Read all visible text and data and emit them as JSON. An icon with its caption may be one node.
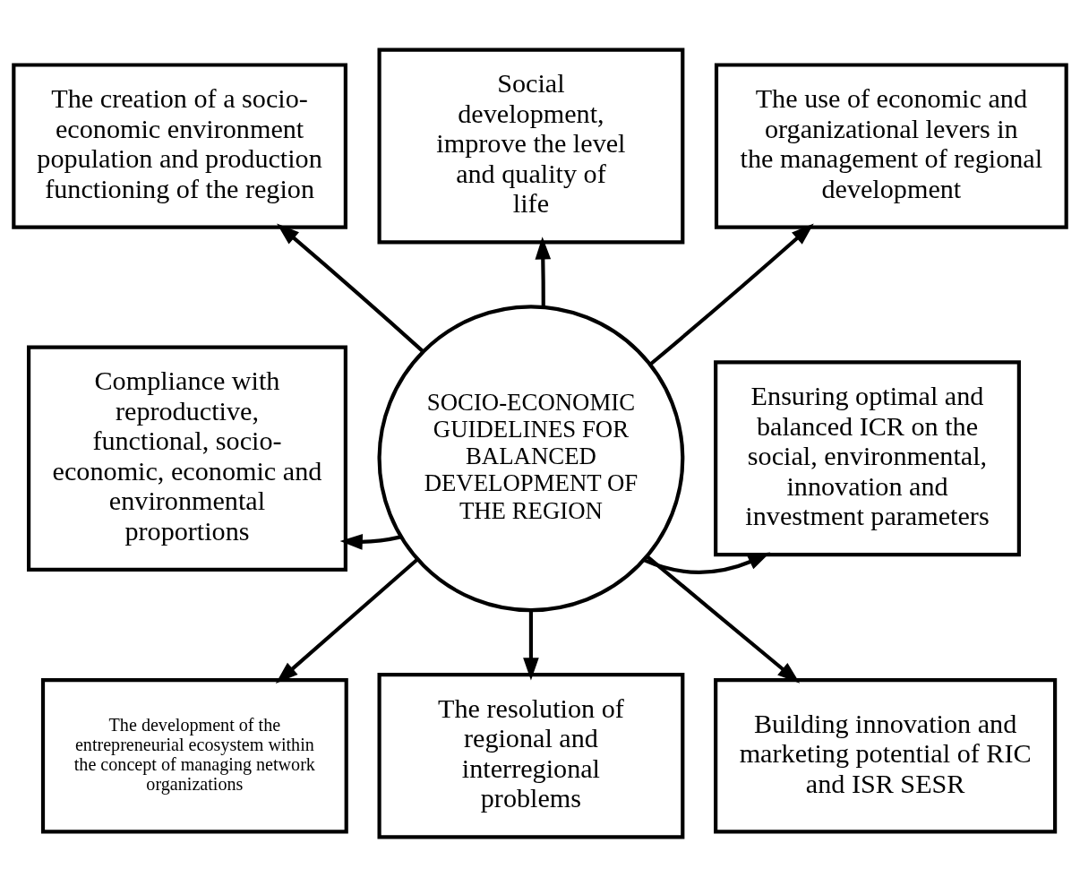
{
  "diagram": {
    "nodes": [
      {
        "text": [
          "The creation of a socio-economic environment population and production functioning of the region"
        ]
      },
      {
        "text": [
          "Social development, improve the level and quality of life"
        ]
      },
      {
        "text": [
          "The use of economic and organizational levers in the management of regional development"
        ]
      },
      {
        "text": [
          "Compliance with reproductive, functional, socio-economic, economic and environmental proportions"
        ]
      },
      {
        "text": [
          "SOCIO-ECONOMIC GUIDELINES FOR BALANCED DEVELOPMENT OF THE REGION"
        ]
      },
      {
        "text": [
          "Ensuring optimal and balanced ICR on the social, environmental, innovation and investment parameters"
        ]
      },
      {
        "text": [
          "The development of the entrepreneurial ecosystem within the concept of managing network organizations"
        ]
      },
      {
        "text": [
          "The resolution of regional and interregional problems"
        ]
      },
      {
        "text": [
          "Building innovation and marketing potential of RIC and ISR SESR"
        ]
      }
    ],
    "edges": [
      {
        "from": 4,
        "to": 0,
        "arrow": "to"
      },
      {
        "from": 4,
        "to": 1,
        "arrow": "to"
      },
      {
        "from": 4,
        "to": 2,
        "arrow": "to"
      },
      {
        "from": 4,
        "to": 3,
        "arrow": "to"
      },
      {
        "from": 4,
        "to": 5,
        "arrow": "to"
      },
      {
        "from": 4,
        "to": 6,
        "arrow": "to"
      },
      {
        "from": 4,
        "to": 7,
        "arrow": "to"
      },
      {
        "from": 4,
        "to": 8,
        "arrow": "to"
      }
    ]
  }
}
